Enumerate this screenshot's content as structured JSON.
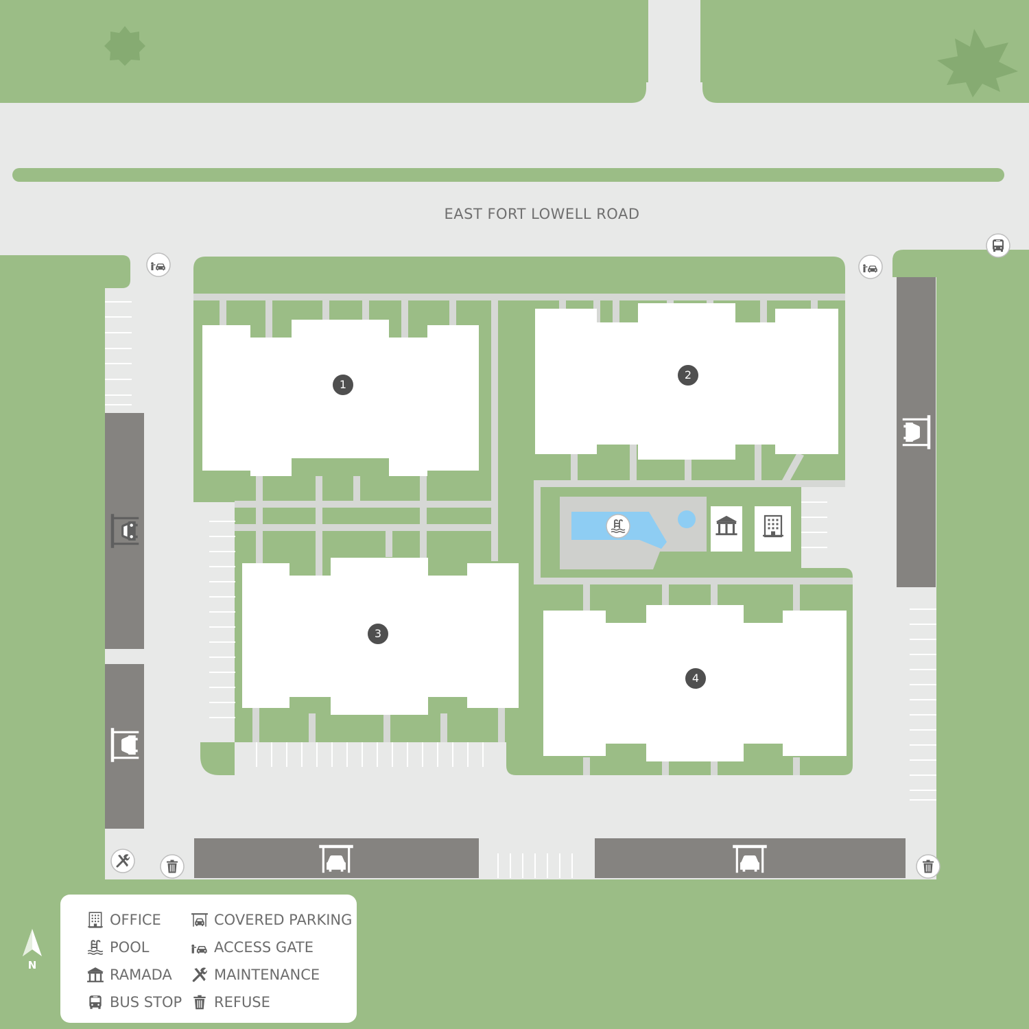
{
  "road_name": "EAST FORT LOWELL ROAD",
  "buildings": [
    {
      "number": "1"
    },
    {
      "number": "2"
    },
    {
      "number": "3"
    },
    {
      "number": "4"
    }
  ],
  "legend": [
    {
      "label": "OFFICE",
      "icon": "office-icon"
    },
    {
      "label": "COVERED PARKING",
      "icon": "covered-parking-icon"
    },
    {
      "label": "POOL",
      "icon": "pool-icon"
    },
    {
      "label": "ACCESS GATE",
      "icon": "access-gate-icon"
    },
    {
      "label": "RAMADA",
      "icon": "ramada-icon"
    },
    {
      "label": "MAINTENANCE",
      "icon": "maintenance-icon"
    },
    {
      "label": "BUS STOP",
      "icon": "bus-stop-icon"
    },
    {
      "label": "REFUSE",
      "icon": "refuse-icon"
    }
  ],
  "compass": {
    "label": "N"
  },
  "colors": {
    "grass": "#9bbd86",
    "tree": "#86ab72",
    "pavement": "#e8e9e8",
    "parking": "#858380",
    "building": "#ffffff",
    "pool": "#8ecdf3",
    "badge": "#4f4f4f",
    "icon": "#5f5f5f"
  }
}
